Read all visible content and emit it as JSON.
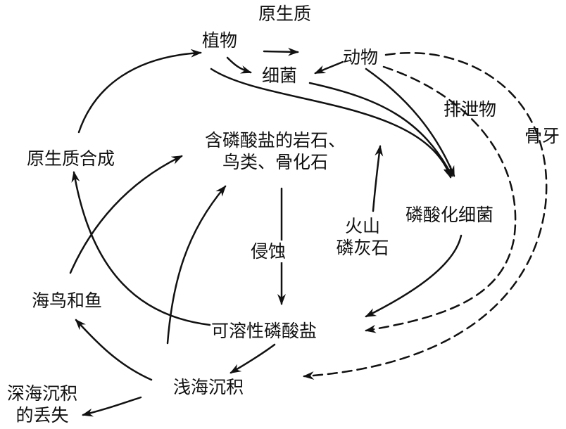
{
  "labels": {
    "protoplasm": "原生质",
    "plants": "植物",
    "animals": "动物",
    "bacteria": "细菌",
    "excreta": "排泄物",
    "bone_teeth": "骨牙",
    "protoplasm_synthesis": "原生质合成",
    "phosphate_rocks_line1": "含磷酸盐的岩石、",
    "phosphate_rocks_line2": "鸟类、骨化石",
    "phosphatizing_bacteria": "磷酸化细菌",
    "volcano": "火山",
    "apatite": "磷灰石",
    "erosion": "侵蚀",
    "seabirds_fish": "海鸟和鱼",
    "soluble_phosphate": "可溶性磷酸盐",
    "shallow_sediment": "浅海沉积",
    "deep_sea_loss_line1": "深海沉积",
    "deep_sea_loss_line2": "的丢失"
  },
  "colors": {
    "ink": "#111111",
    "background": "#ffffff"
  }
}
